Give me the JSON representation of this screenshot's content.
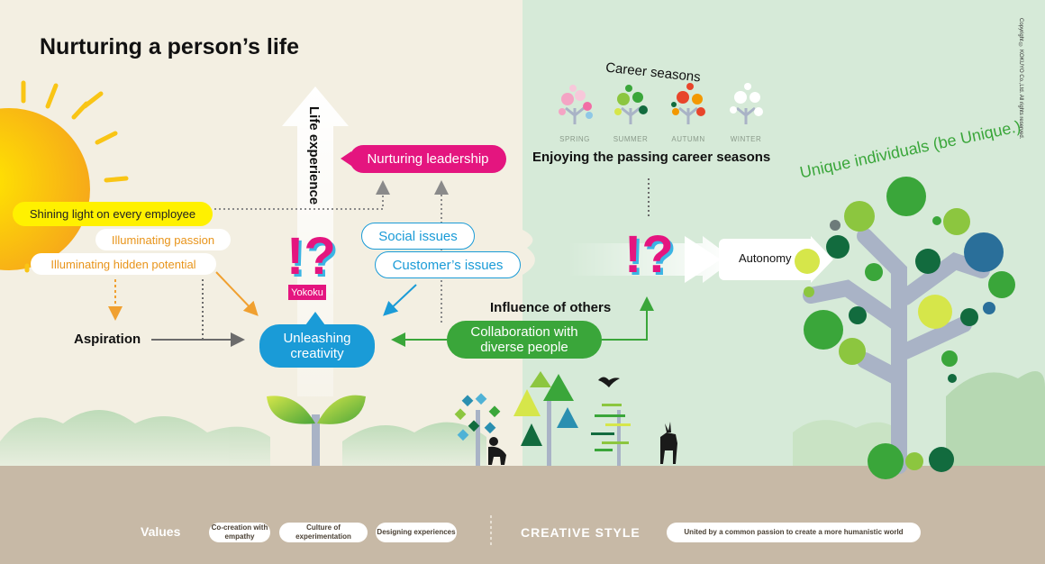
{
  "title": "Nurturing a person’s life",
  "copyright": "Copyright © KOKUYO Co.,Ltd. All rights reserved.",
  "left": {
    "shining_light": "Shining light on every employee",
    "illuminating_passion": "Illuminating passion",
    "illuminating_hidden_potential": "Illuminating hidden potential",
    "aspiration": "Aspiration",
    "life_experience": "Life experience",
    "yokoku": "Yokoku",
    "nurturing_leadership": "Nurturing leadership",
    "social_issues": "Social issues",
    "customers_issues": "Customer’s issues",
    "unleashing_creativity": "Unleashing creativity",
    "influence_of_others": "Influence of others",
    "collaboration": "Collaboration with diverse people"
  },
  "right": {
    "career_seasons": "Career seasons",
    "seasons": [
      "SPRING",
      "SUMMER",
      "AUTUMN",
      "WINTER"
    ],
    "enjoying": "Enjoying the passing career seasons",
    "autonomy": "Autonomy",
    "unique_individuals": "Unique individuals (be Unique.)"
  },
  "footer": {
    "values_label": "Values",
    "values": [
      "Co-creation with empathy",
      "Culture of experimentation",
      "Designing experiences"
    ],
    "creative_style": "CREATIVE STYLE",
    "creative_style_text": "United by a common passion to create a more humanistic world"
  },
  "colors": {
    "magenta": "#e4157f",
    "blue": "#1a9bd7",
    "green": "#3aa63a",
    "yellow": "#fff100",
    "sun": "#f7b41a",
    "ground": "#c7b9a6",
    "right_bg": "#d6ead8",
    "tree_trunk": "#a9b3c6"
  },
  "icons": [
    "sun-icon",
    "seedling-icon",
    "exclamation-question-icon",
    "tree-icon",
    "bird-icon",
    "deer-icon",
    "monkey-icon"
  ]
}
